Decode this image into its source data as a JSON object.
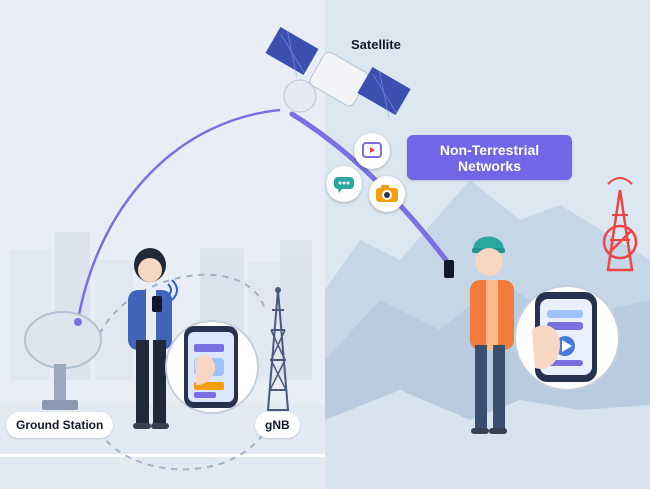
{
  "labels": {
    "satellite": "Satellite",
    "ntn_line1": "Non-Terrestrial",
    "ntn_line2": "Networks",
    "ground_station": "Ground Station",
    "gnb": "gNB"
  },
  "colors": {
    "left_background": "#e9eef6",
    "right_background": "#dbe7f1",
    "mountain": "#b9ccdf",
    "accent_purple": "#7166e6",
    "link_line": "#7a6fe3",
    "person_left_jacket": "#3f64b8",
    "person_right_jacket": "#f07b3b",
    "beanie": "#2aa7a0"
  },
  "icons": {
    "satellite": "satellite-icon",
    "video": "video-play-icon",
    "chat": "chat-bubble-icon",
    "camera": "camera-icon",
    "dish": "satellite-dish-icon",
    "tower": "cell-tower-icon",
    "tower_disabled": "cell-tower-disabled-icon",
    "phone": "smartphone-icon",
    "wifi": "signal-wifi-icon"
  }
}
